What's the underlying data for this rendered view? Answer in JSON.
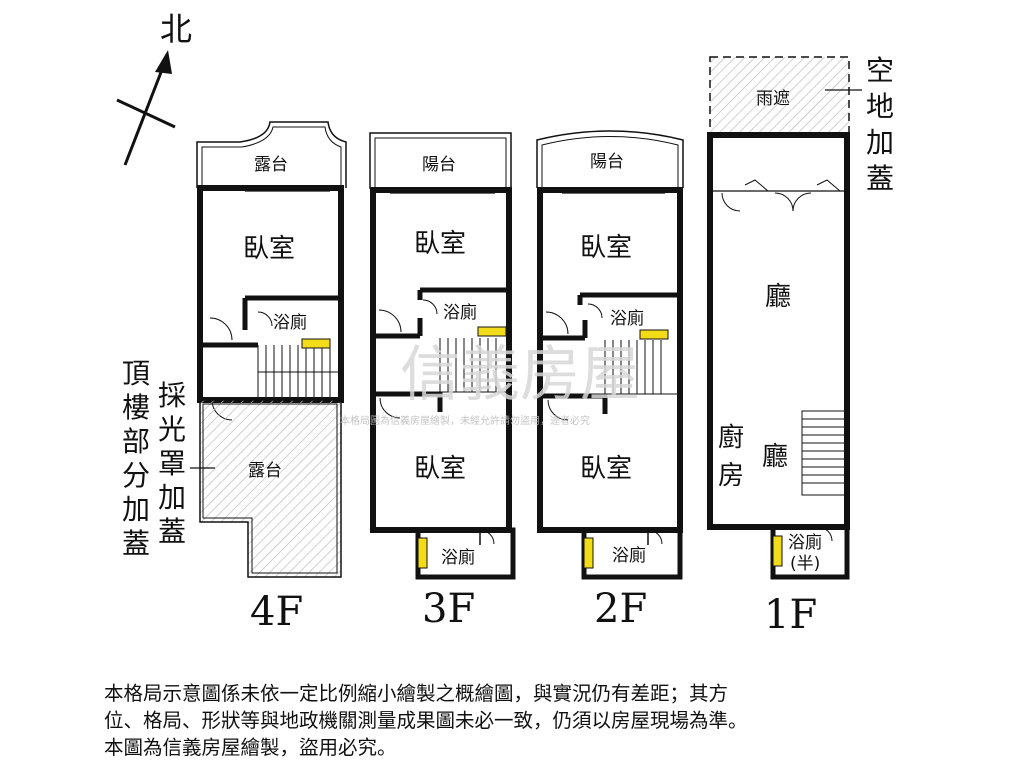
{
  "compass": {
    "label": "北"
  },
  "watermark": {
    "brand": "信義房屋",
    "notice": "本格局圖為信義房屋繪製，未經允許請勿盜用，違者必究"
  },
  "floors": {
    "f4": {
      "label": "4F",
      "terrace_top": "露台",
      "bedroom": "臥室",
      "bath": "浴廁",
      "terrace_bottom": "露台",
      "note_skylight": [
        "採",
        "光",
        "罩",
        "加",
        "蓋"
      ],
      "note_rooftop": [
        "頂",
        "樓",
        "部",
        "分",
        "加",
        "蓋"
      ]
    },
    "f3": {
      "label": "3F",
      "balcony": "陽台",
      "bedroom_front": "臥室",
      "bath_mid": "浴廁",
      "bedroom_back": "臥室",
      "bath_back": "浴廁"
    },
    "f2": {
      "label": "2F",
      "balcony": "陽台",
      "bedroom_front": "臥室",
      "bath_mid": "浴廁",
      "bedroom_back": "臥室",
      "bath_back": "浴廁"
    },
    "f1": {
      "label": "1F",
      "canopy": "雨遮",
      "note_vacant": [
        "空",
        "地",
        "加",
        "蓋"
      ],
      "living": "廳",
      "kitchen": [
        "廚",
        "房"
      ],
      "dining": "廳",
      "half_bath": "浴廁",
      "half_bath_note": "(半)"
    }
  },
  "disclaimer": {
    "line1": "本格局示意圖係未依一定比例縮小繪製之概繪圖，與實況仍有差距；其方",
    "line2": "位、格局、形狀等與地政機關測量成果圖未必一致，仍須以房屋現場為準。",
    "line3": "本圖為信義房屋繪製，盜用必究。"
  },
  "colors": {
    "wall": "#111111",
    "window": "#f2dc1a",
    "hatch": "#bdbdbd"
  }
}
